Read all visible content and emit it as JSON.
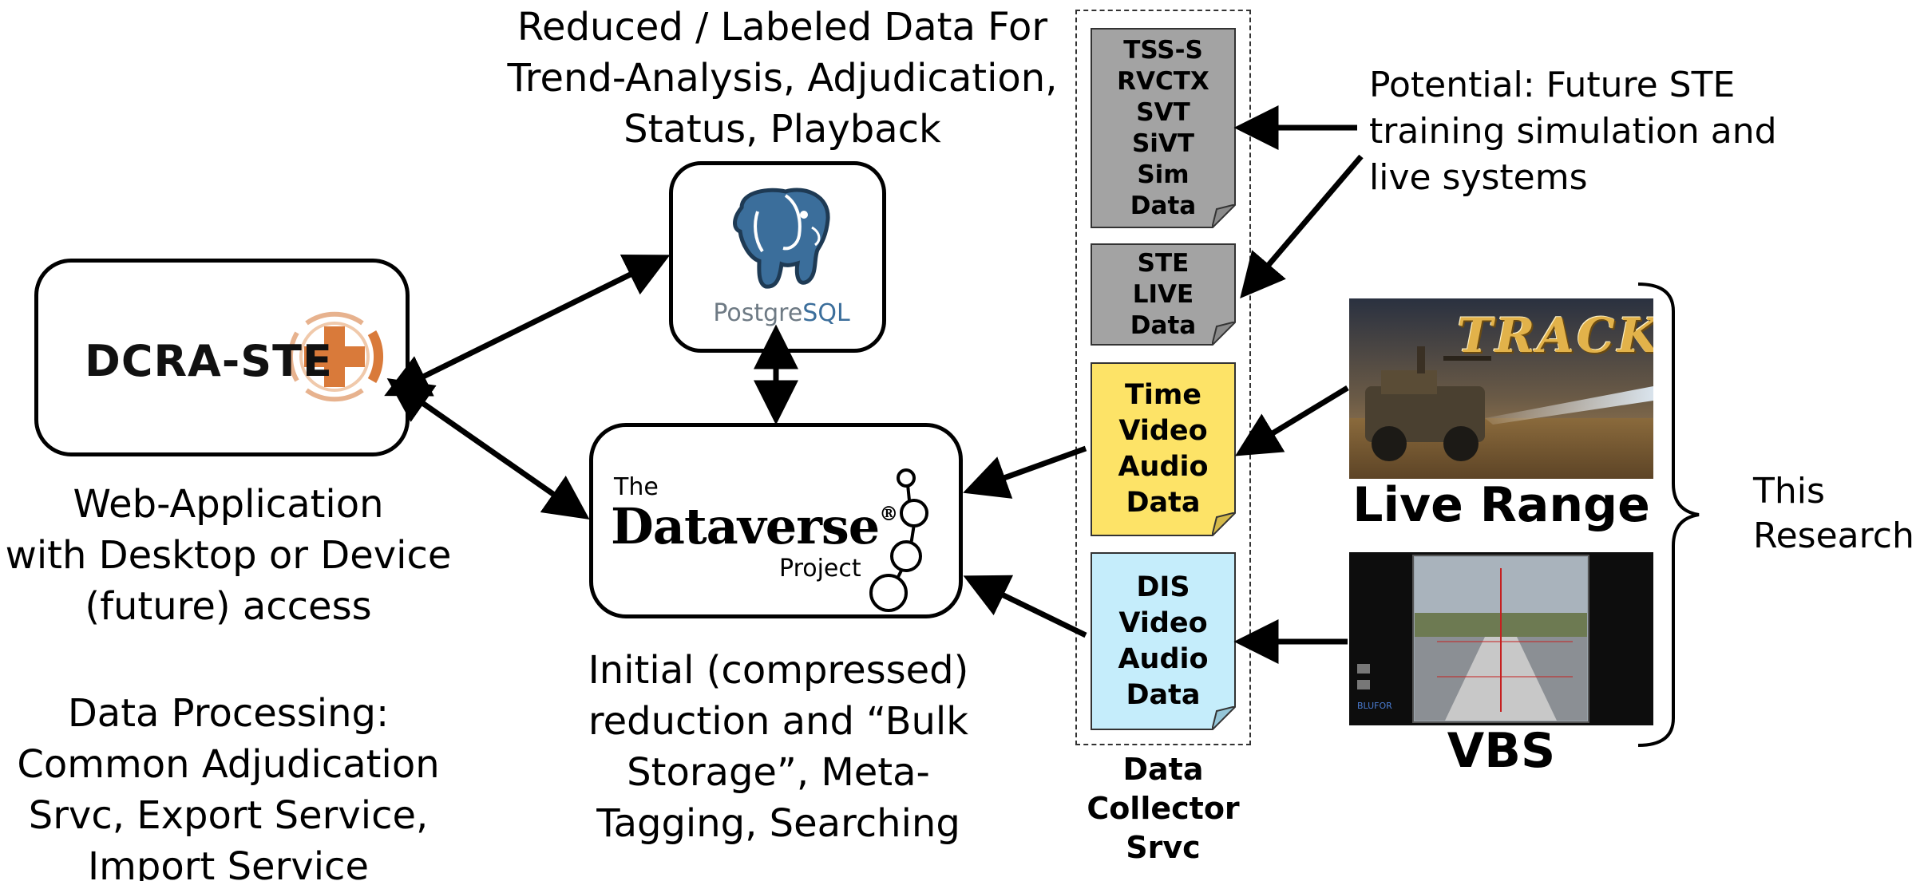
{
  "postgres_caption": [
    "Reduced / Labeled Data For",
    "Trend-Analysis, Adjudication,",
    "Status, Playback"
  ],
  "postgres_logo_text": {
    "part1": "Postgre",
    "part2": "SQL"
  },
  "dcra_label": "DCRA-STE",
  "webapp_caption": [
    "Web-Application",
    "with Desktop or Device",
    "(future) access"
  ],
  "processing_caption": [
    "Data Processing:",
    "Common Adjudication",
    "Srvc, Export Service,",
    "Import Service"
  ],
  "dataverse": {
    "the": "The",
    "name": "Dataverse",
    "reg": "®",
    "project": "Project"
  },
  "dataverse_caption": [
    "Initial (compressed)",
    "reduction and “Bulk",
    "Storage”, Meta-",
    "Tagging, Searching"
  ],
  "docs": {
    "sim": [
      "TSS-S",
      "RVCTX",
      "SVT",
      "SiVT",
      "Sim",
      "Data"
    ],
    "live": [
      "STE",
      "LIVE",
      "Data"
    ],
    "time": [
      "Time",
      "Video",
      "Audio",
      "Data"
    ],
    "dis": [
      "DIS",
      "Video",
      "Audio",
      "Data"
    ]
  },
  "collector_caption": [
    "Data",
    "Collector",
    "Srvc"
  ],
  "potential_caption": [
    "Potential: Future STE",
    "training simulation and",
    "live systems"
  ],
  "track_title": "TRACK",
  "live_range_label": "Live Range",
  "vbs_label": "VBS",
  "vbs_screen_text": {
    "bottom_left": "BLUFOR"
  },
  "research_caption": [
    "This",
    "Research"
  ],
  "colors": {
    "yellow_doc": "#fde367",
    "blue_doc": "#c5edfb",
    "grey_doc": "#a3a3a3",
    "dcra_orange": "#d97a3a"
  }
}
